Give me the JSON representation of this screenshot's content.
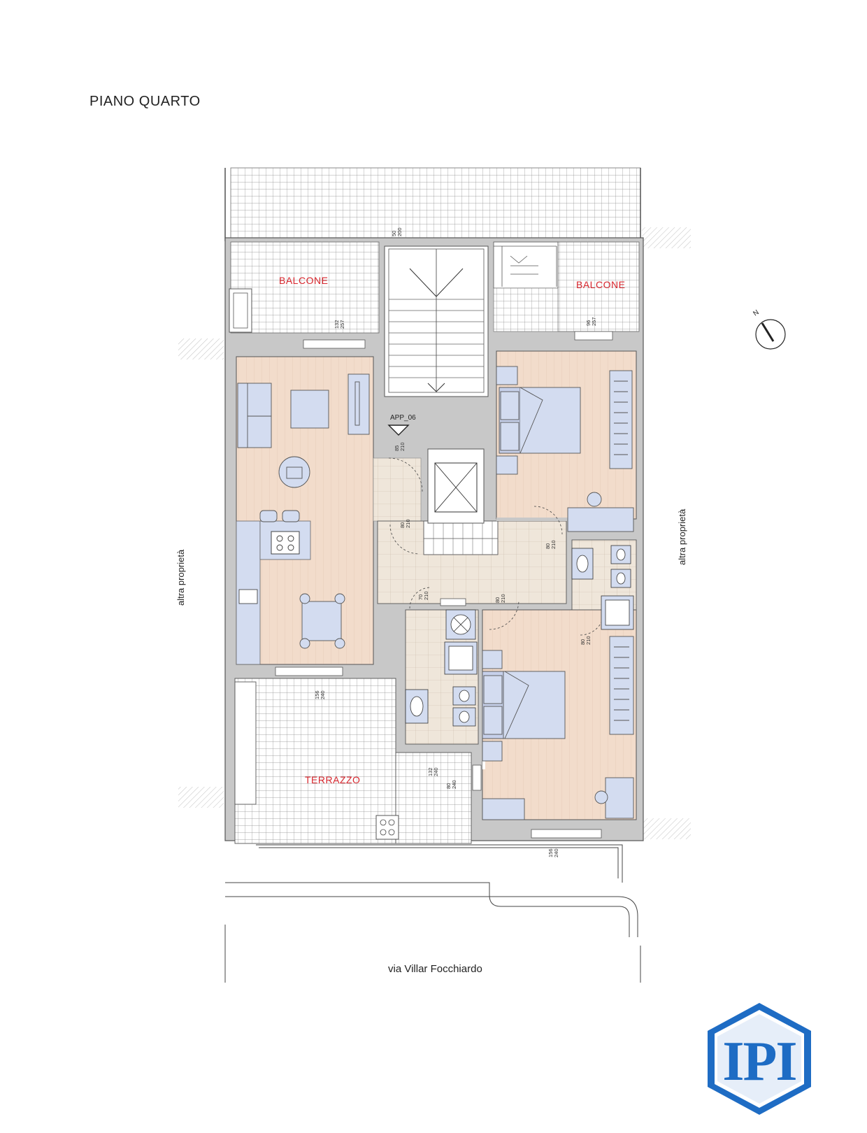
{
  "title": "PIANO QUARTO",
  "rooms": {
    "balcone_left": "BALCONE",
    "balcone_right": "BALCONE",
    "terrazzo": "TERRAZZO"
  },
  "labels": {
    "apartment": "APP_06",
    "side_left": "altra proprietà",
    "side_right": "altra proprietà",
    "street": "via Villar Focchiardo",
    "north": "N"
  },
  "dimensions": {
    "d1": [
      "50",
      "200"
    ],
    "d2": [
      "132",
      "257"
    ],
    "d3": [
      "96",
      "257"
    ],
    "d4": [
      "85",
      "210"
    ],
    "d5": [
      "80",
      "210"
    ],
    "d6": [
      "80",
      "210"
    ],
    "d7": [
      "70",
      "210"
    ],
    "d8": [
      "80",
      "210"
    ],
    "d9": [
      "80",
      "210"
    ],
    "d10": [
      "156",
      "240"
    ],
    "d11": [
      "132",
      "240"
    ],
    "d12": [
      "80",
      "240"
    ],
    "d13": [
      "156",
      "240"
    ]
  },
  "colors": {
    "wall": "#c8c8c8",
    "wood_floor": "#f2dccb",
    "tile_floor": "#efe6da",
    "furniture": "#d3dcf0",
    "outline": "#555555",
    "label_red": "#d8262d",
    "logo_blue": "#1e6cc4"
  },
  "logo": {
    "text": "IPI"
  }
}
